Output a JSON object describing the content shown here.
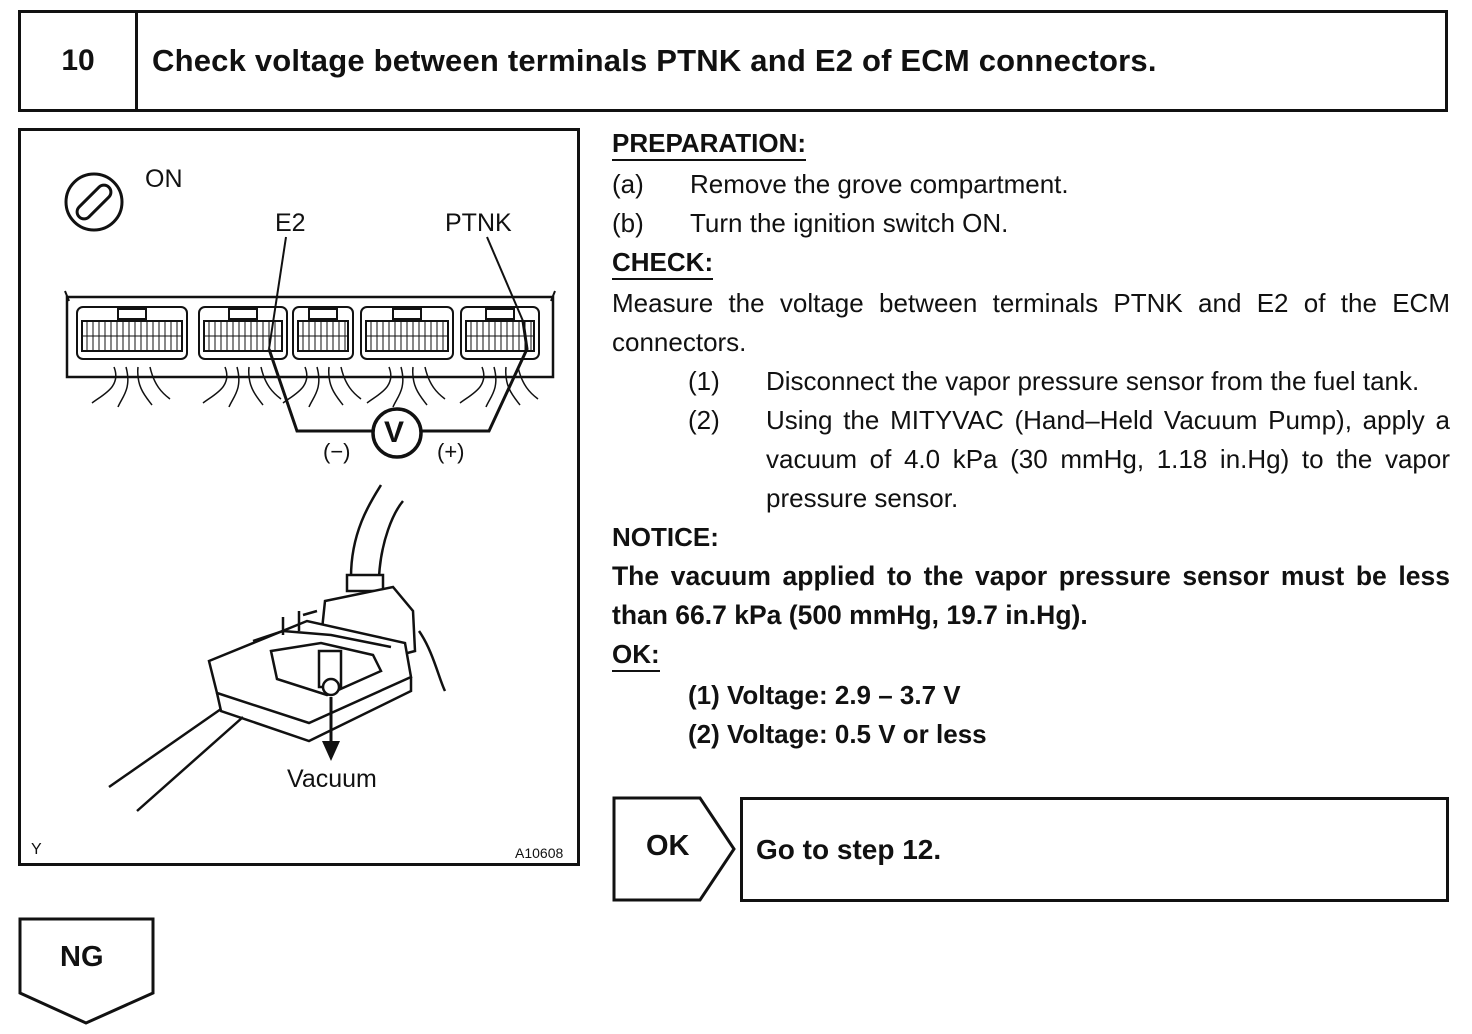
{
  "header": {
    "step": "10",
    "title": "Check voltage between terminals PTNK and E2 of ECM connectors."
  },
  "figure": {
    "ignition_state": "ON",
    "terminal_left": "E2",
    "terminal_right": "PTNK",
    "meter_symbol": "V",
    "neg_label": "(−)",
    "pos_label": "(+)",
    "vacuum_label": "Vacuum",
    "corner_mark": "Y",
    "figure_code": "A10608",
    "icons": [
      "ignition-switch-icon",
      "voltmeter-icon",
      "ecm-connector-icon",
      "vapor-pressure-sensor-icon",
      "vacuum-arrow-icon"
    ]
  },
  "instructions": {
    "preparation_heading": "PREPARATION:",
    "preparation": [
      {
        "label": "(a)",
        "text": "Remove the grove compartment."
      },
      {
        "label": "(b)",
        "text": "Turn the ignition switch ON."
      }
    ],
    "check_heading": "CHECK:",
    "check_intro": "Measure the voltage between terminals PTNK and E2 of the ECM connectors.",
    "check_steps": [
      {
        "label": "(1)",
        "text": "Disconnect the vapor pressure sensor from the fuel tank."
      },
      {
        "label": "(2)",
        "text": "Using the MITYVAC (Hand–Held Vacuum Pump), apply a vacuum of 4.0 kPa (30 mmHg, 1.18 in.Hg) to the vapor pressure sensor."
      }
    ],
    "notice_heading": "NOTICE:",
    "notice_text": "The vacuum applied to the vapor pressure sensor must be less than 66.7 kPa (500 mmHg, 19.7 in.Hg).",
    "ok_heading": "OK:",
    "ok_values": [
      "(1) Voltage: 2.9 – 3.7 V",
      "(2) Voltage: 0.5 V or less"
    ]
  },
  "result_ok": {
    "label": "OK",
    "action": "Go to step 12."
  },
  "result_ng": {
    "label": "NG"
  }
}
